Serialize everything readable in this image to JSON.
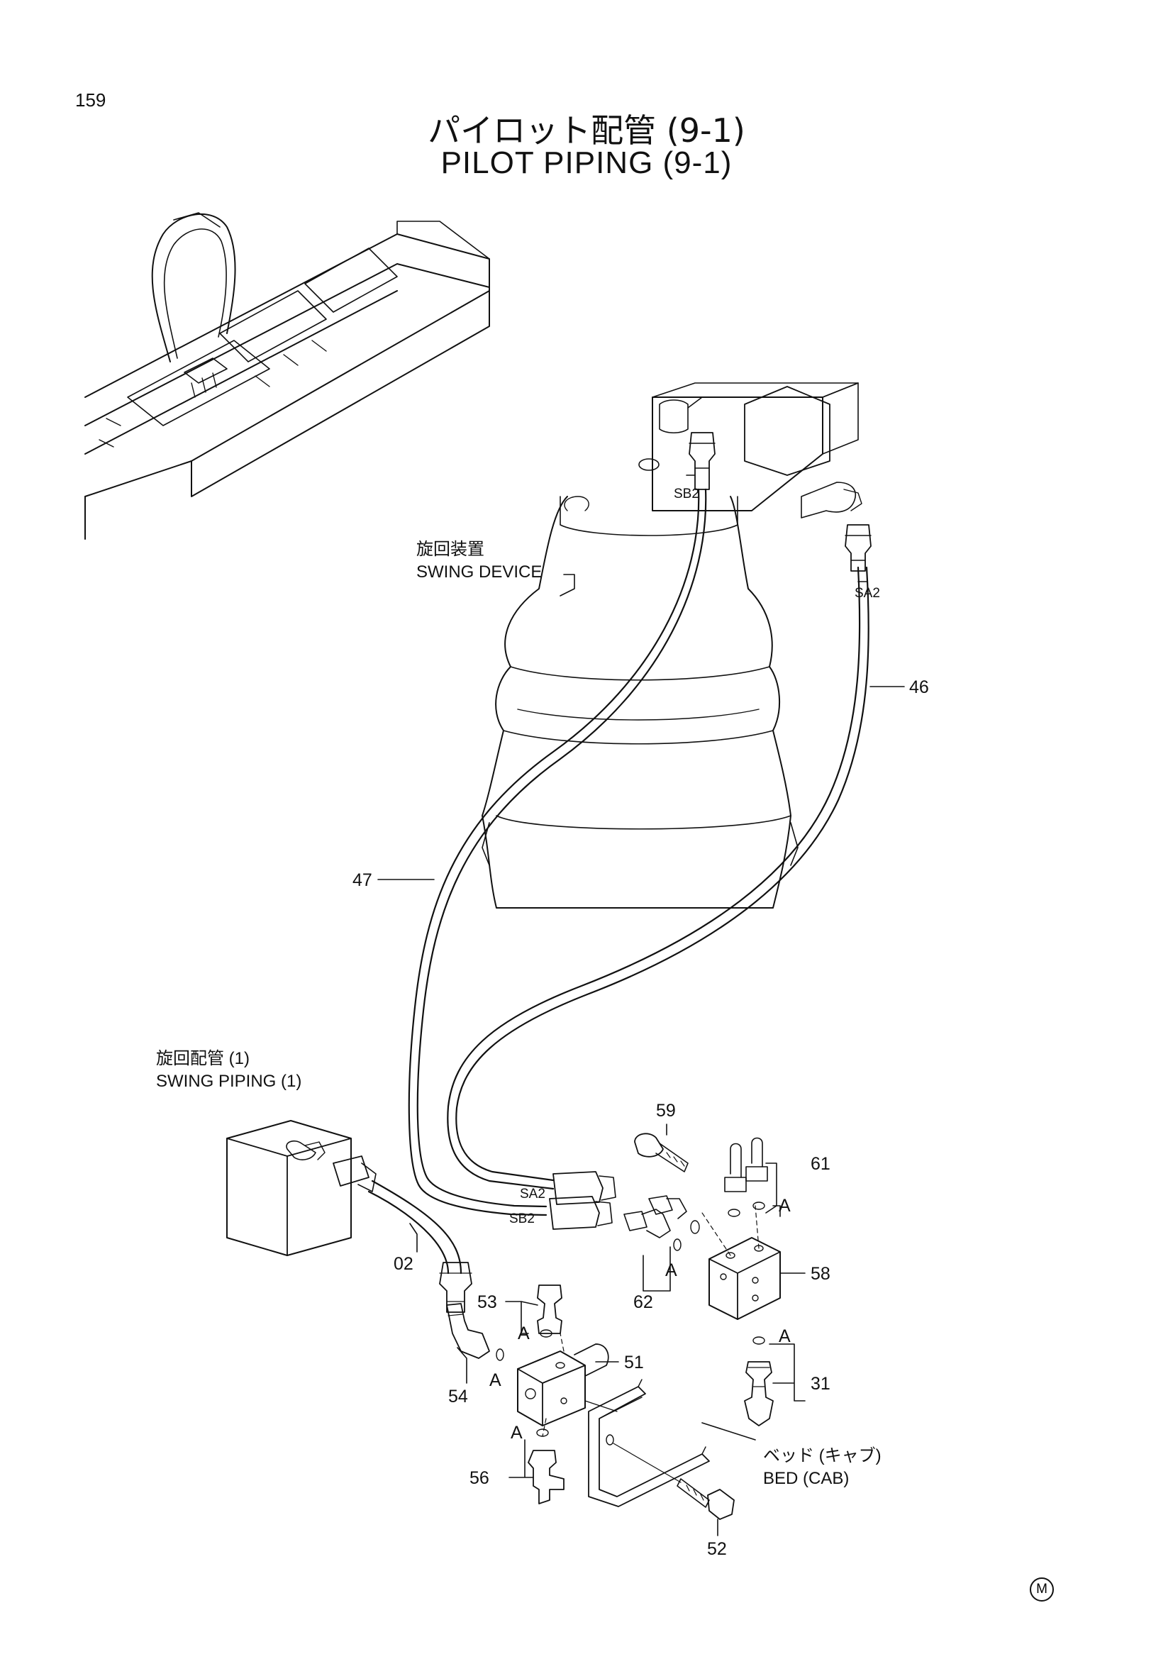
{
  "page_number": "159",
  "title": {
    "japanese": "パイロット配管 (9-1)",
    "english": "PILOT PIPING (9-1)"
  },
  "callouts": {
    "swing_device_jp": "旋回装置",
    "swing_device_en": "SWING DEVICE",
    "swing_piping_jp": "旋回配管 (1)",
    "swing_piping_en": "SWING PIPING (1)",
    "bed_jp": "ベッド (キャブ)",
    "bed_en": "BED (CAB)"
  },
  "port_labels": {
    "sb2_top": "SB2",
    "sa2_top": "SA2",
    "sa2_bottom": "SA2",
    "sb2_bottom": "SB2"
  },
  "part_numbers": {
    "p46": "46",
    "p47": "47",
    "p02": "02",
    "p59": "59",
    "p61": "61",
    "p58": "58",
    "p62": "62",
    "p31": "31",
    "p53": "53",
    "p51": "51",
    "p54": "54",
    "p56": "56",
    "p52": "52"
  },
  "detail_marks": {
    "a1": "A",
    "a2": "A",
    "a3": "A",
    "a4": "A",
    "a5": "A",
    "a6": "A"
  },
  "corner_mark": "M"
}
